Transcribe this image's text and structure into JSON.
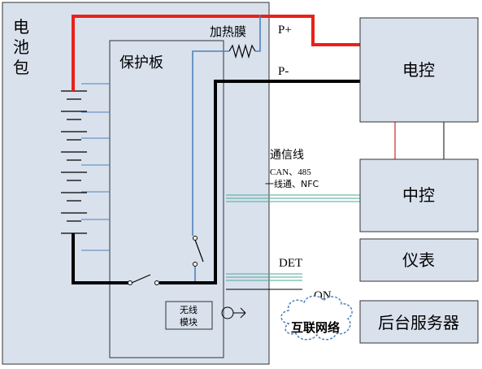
{
  "battery_pack": {
    "label_lines": [
      "电",
      "池",
      "包"
    ],
    "fill_color": "#d9e1ed"
  },
  "protection_board": {
    "label": "保护板"
  },
  "heating_film": {
    "label": "加热膜"
  },
  "wireless_module": {
    "label_lines": [
      "无线",
      "模块"
    ]
  },
  "lines": {
    "p_plus": "P+",
    "p_minus": "P-",
    "det": "DET",
    "on": "ON"
  },
  "comm": {
    "title": "通信线",
    "detail_1": "CAN、485",
    "detail_2": "一线通、NFC"
  },
  "boxes": {
    "electronic_control": "电控",
    "central_control": "中控",
    "instrument": "仪表",
    "backend_server": "后台服务器"
  },
  "cloud": {
    "label": "互联网络"
  },
  "colors": {
    "positive": "#e8211a",
    "negative": "#000000",
    "signal": "#4f81bd",
    "comm": "#4aa89a",
    "link": "#c00000"
  }
}
